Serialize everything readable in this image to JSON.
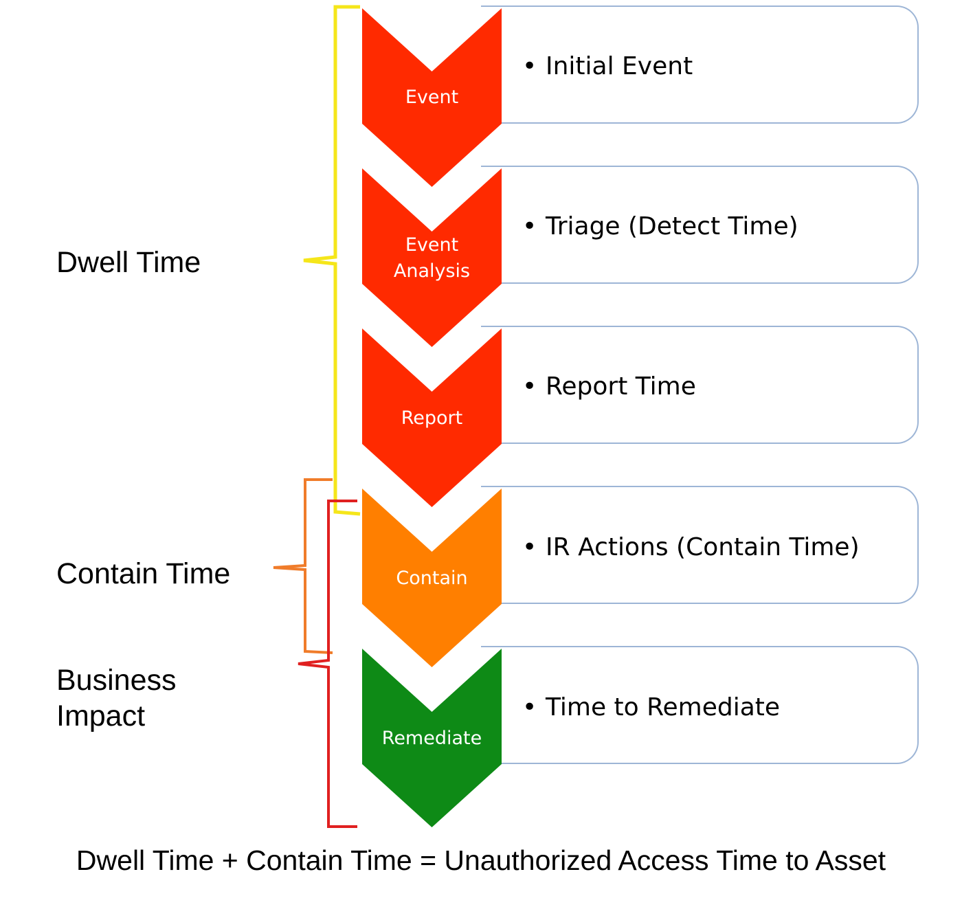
{
  "stages": [
    {
      "label": "Event",
      "detail": "Initial Event",
      "color": "#ff2a00"
    },
    {
      "label": "Event Analysis",
      "label_lines": [
        "Event",
        "Analysis"
      ],
      "detail": "Triage (Detect Time)",
      "color": "#ff2a00"
    },
    {
      "label": "Report",
      "detail": "Report Time",
      "color": "#ff2a00"
    },
    {
      "label": "Contain",
      "detail": "IR Actions (Contain Time)",
      "color": "#ff7f00"
    },
    {
      "label": "Remediate",
      "detail": "Time to Remediate",
      "color": "#0e8a16"
    }
  ],
  "bullet": "•",
  "groups": [
    {
      "label": "Dwell Time",
      "color": "#f5e61a"
    },
    {
      "label": "Contain Time",
      "color": "#f07c2a"
    },
    {
      "label": "Business Impact",
      "label_lines": [
        "Business",
        "Impact"
      ],
      "color": "#e02020"
    }
  ],
  "formula": "Dwell Time + Contain Time = Unauthorized Access Time to Asset"
}
